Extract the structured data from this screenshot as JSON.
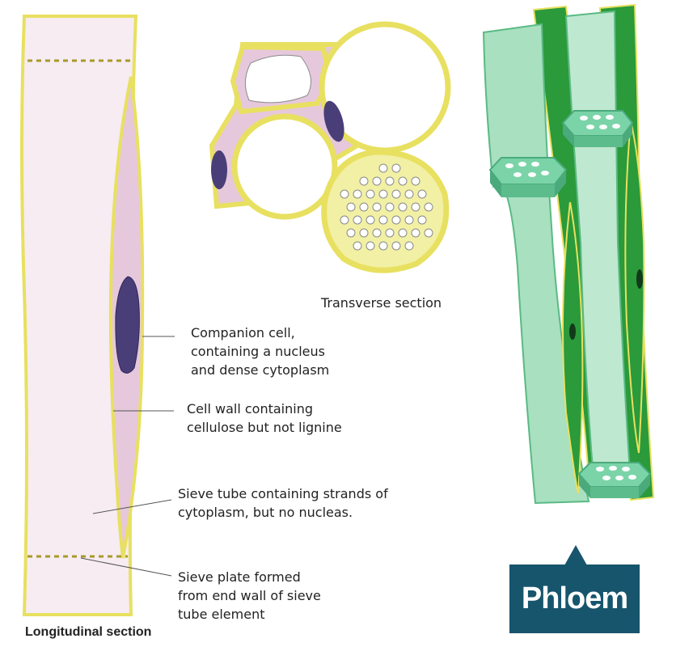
{
  "labels": {
    "transverse": "Transverse section",
    "companion": [
      "Companion cell,",
      "containing a nucleus",
      "and dense cytoplasm"
    ],
    "wall": [
      "Cell wall containing",
      "cellulose but not lignine"
    ],
    "sieve_tube": [
      "Sieve tube containing strands of",
      "cytoplasm, but no nucleas."
    ],
    "sieve_plate": [
      "Sieve plate formed",
      "from end wall of sieve",
      "tube element"
    ],
    "longitudinal": "Longitudinal section",
    "phloem": "Phloem"
  },
  "colors": {
    "wall": "#e8e060",
    "wall_stroke": "#a89a2a",
    "cytoplasm": "#e6c8dc",
    "sieve_tube_fill": "#f6ecf2",
    "nucleus": "#4a3e78",
    "phloem_light": "#a8e0c0",
    "phloem_dark": "#2a9a3a",
    "phloem_plate": "#6cc89a",
    "banner": "#17556d"
  }
}
